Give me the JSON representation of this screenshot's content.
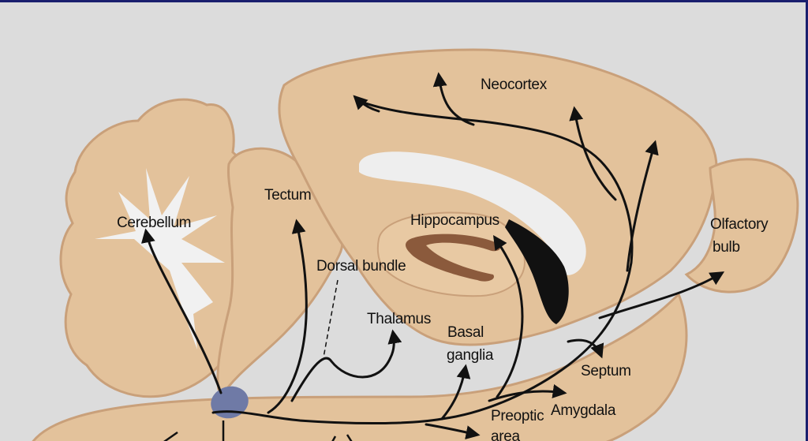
{
  "labels": {
    "neocortex": "Neocortex",
    "tectum": "Tectum",
    "cerebellum": "Cerebellum",
    "hippocampus": "Hippocampus",
    "olfactory_bulb_1": "Olfactory",
    "olfactory_bulb_2": "bulb",
    "dorsal_bundle": "Dorsal bundle",
    "thalamus": "Thalamus",
    "basal_ganglia_1": "Basal",
    "basal_ganglia_2": "ganglia",
    "septum": "Septum",
    "amygdala": "Amygdala",
    "preoptic_area_1": "Preoptic",
    "preoptic_area_2": "area"
  },
  "colors": {
    "background": "#dcdcdc",
    "tissue": "#e3c29b",
    "tissue_outline": "#c9a07a",
    "white_matter": "#eeeeee",
    "hippocampus": "#8b5a3c",
    "ventricle": "#111111",
    "locus_coeruleus": "#6f7aa6",
    "border": "#1a1f6e"
  }
}
